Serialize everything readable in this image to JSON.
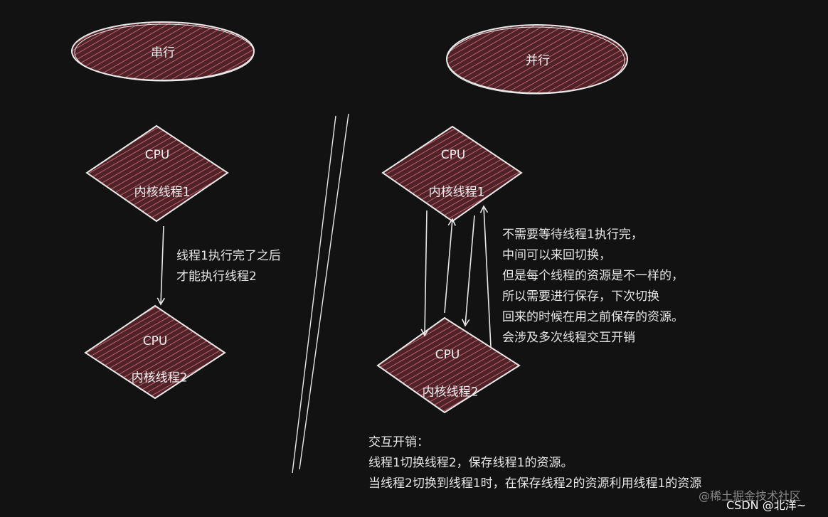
{
  "colors": {
    "background": "#121212",
    "shape_fill": "#5a2a30",
    "hatch": "#b8606a",
    "stroke": "#e8e8e8",
    "text": "#e6e6e6"
  },
  "serial": {
    "title": "串行",
    "top_node": {
      "line1": "CPU",
      "line2": "内核线程1"
    },
    "bottom_node": {
      "line1": "CPU",
      "line2": "内核线程2"
    },
    "arrow_note": [
      "线程1执行完了之后",
      "才能执行线程2"
    ]
  },
  "parallel": {
    "title": "并行",
    "top_node": {
      "line1": "CPU",
      "line2": "内核线程1"
    },
    "bottom_node": {
      "line1": "CPU",
      "line2": "内核线程2"
    },
    "side_note": [
      "不需要等待线程1执行完，",
      "中间可以来回切换，",
      "但是每个线程的资源是不一样的，",
      "所以需要进行保存，下次切换",
      "回来的时候在用之前保存的资源。",
      "会涉及多次线程交互开销"
    ]
  },
  "overhead_note": [
    "交互开销：",
    "线程1切换线程2，保存线程1的资源。",
    "当线程2切换到线程1时，在保存线程2的资源利用线程1的资源"
  ],
  "watermark": {
    "site": "@稀土掘金技术社区",
    "author": "CSDN @北洋~"
  }
}
